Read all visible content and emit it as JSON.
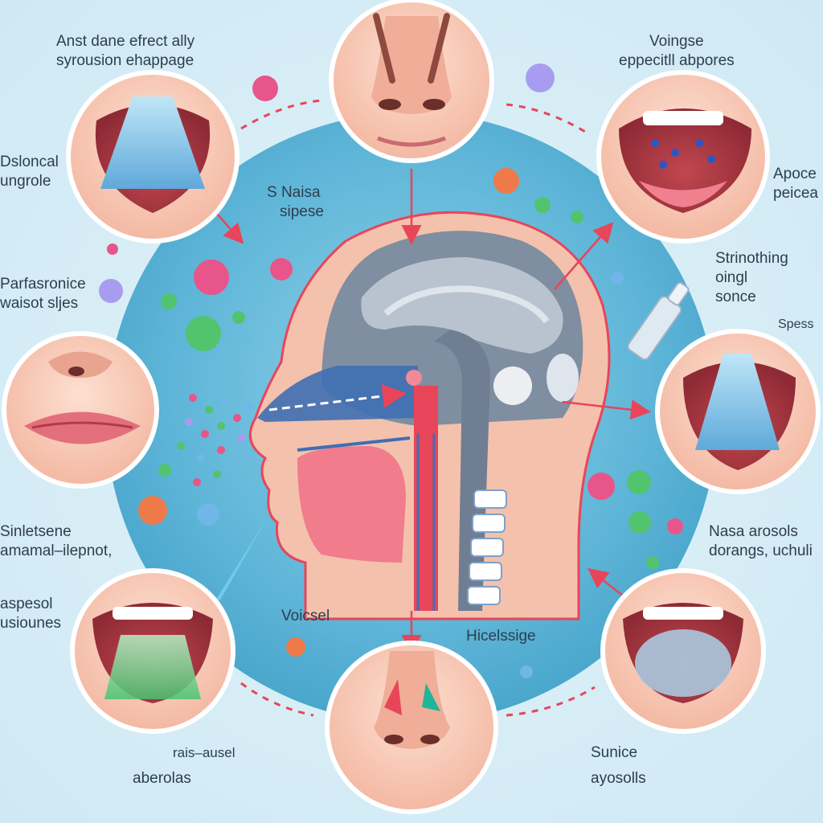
{
  "palette": {
    "background": "#d6edf6",
    "big_circle": "#5fb6d8",
    "skin": "#f7c9b4",
    "skin_dark": "#e29a86",
    "arrow": "#e8455a",
    "airway_blue": "#3f6fb2",
    "brain_gray": "#7f8ea0"
  },
  "labels": {
    "top_left_1": "Anst dane efrect ally",
    "top_left_2": "syrousion ehappage",
    "top_right_1": "Voingse",
    "top_right_2": "eppecitll abpores",
    "left_1_1": "Dsloncal",
    "left_1_2": "ungrole",
    "left_2_1": "Parfasronice",
    "left_2_2": "waisot sljes",
    "left_3_1": "Sinletsene",
    "left_3_2": "amamal–ilepnot,",
    "left_4_1": "aspesol",
    "left_4_2": "usiounes",
    "center_1": "S Naisa",
    "center_2": "sipese",
    "right_1_1": "Apoce",
    "right_1_2": "peicea",
    "right_2_1": "Strinothing",
    "right_2_2": "oingl",
    "right_2_3": "sonce",
    "right_3": "Spess",
    "right_4_1": "Nasa arosols",
    "right_4_2": "dorangs, uchuli",
    "bottom_center_left": "Voicsel",
    "bottom_center_right": "Hicelssige",
    "bottom_left_1": "rais–ausel",
    "bottom_left_2": "aberolas",
    "bottom_right_1": "Sunice",
    "bottom_right_2": "ayosolls"
  }
}
